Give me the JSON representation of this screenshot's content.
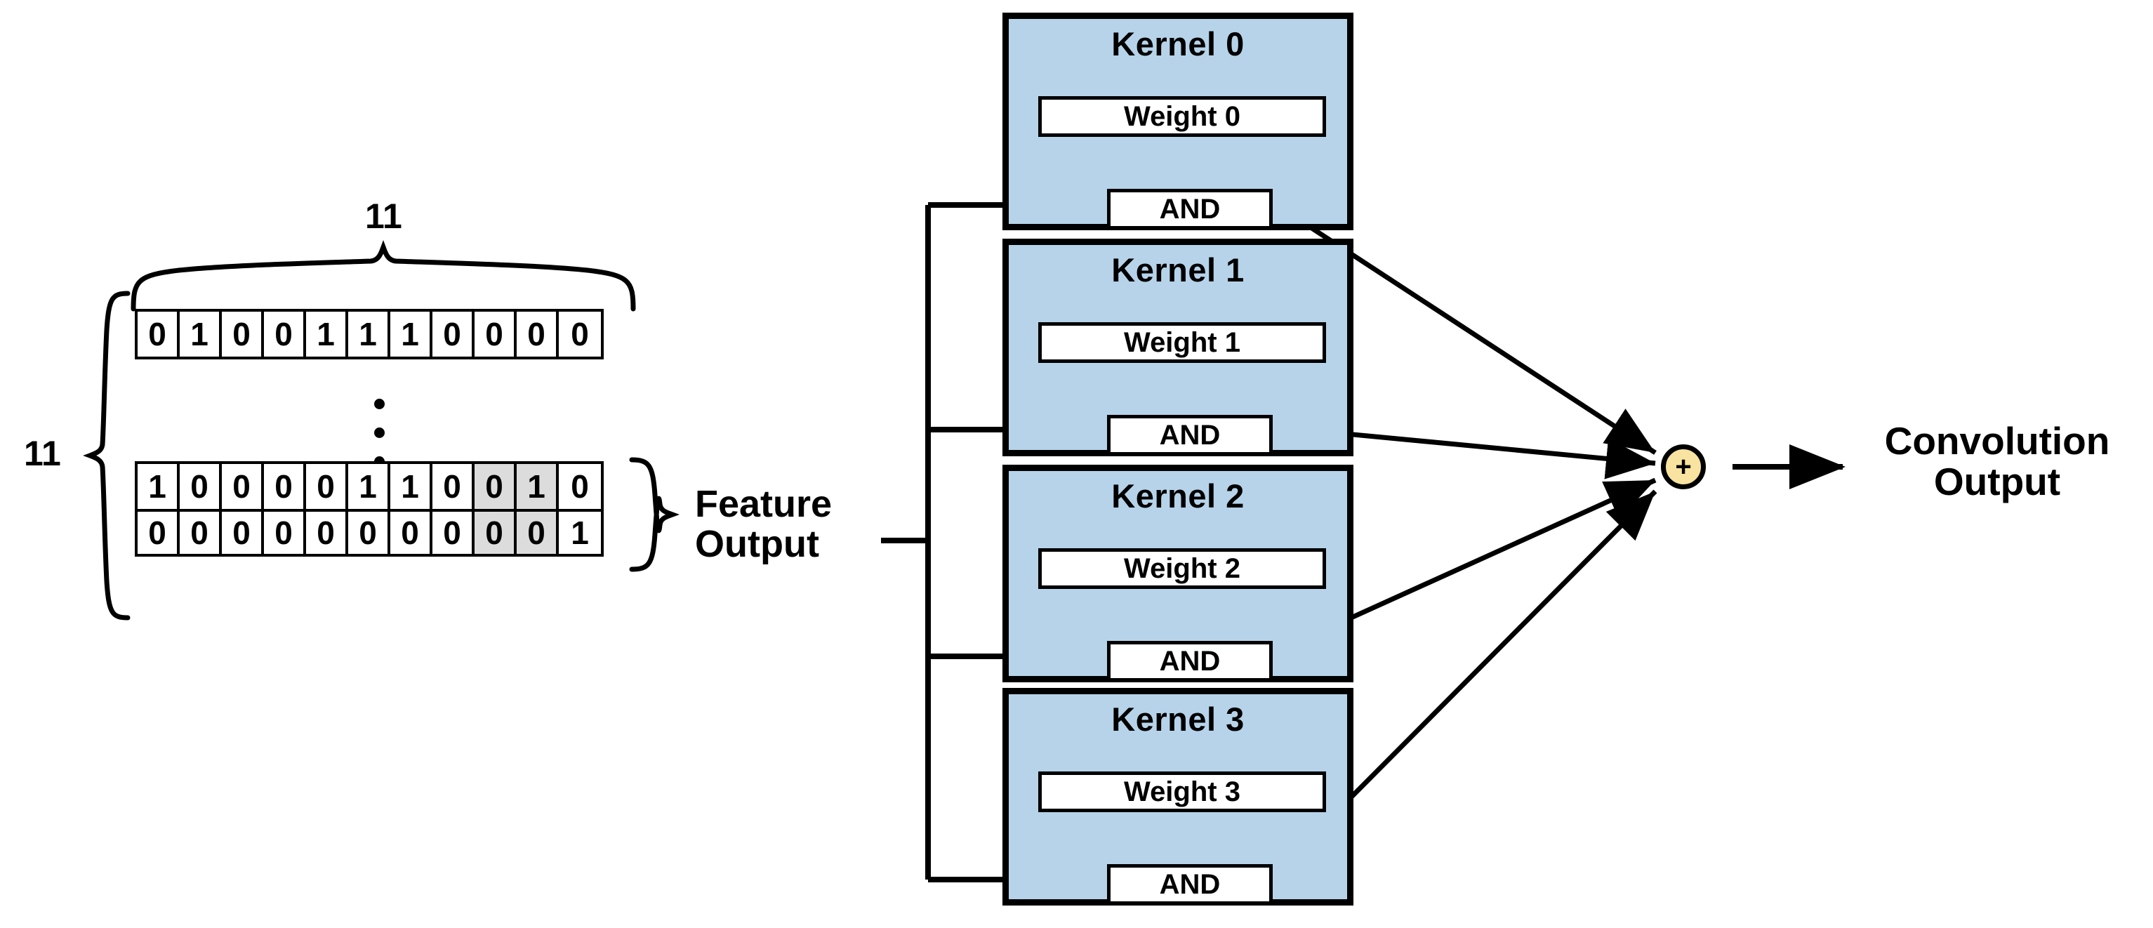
{
  "diagram": {
    "title_hidden": "",
    "feature_map": {
      "dim_top_label": "11",
      "dim_left_label": "11",
      "rows": [
        {
          "bits": [
            "0",
            "1",
            "0",
            "0",
            "1",
            "1",
            "1",
            "0",
            "0",
            "0",
            "0"
          ],
          "highlight": []
        },
        {
          "bits": [
            "1",
            "0",
            "0",
            "0",
            "0",
            "1",
            "1",
            "0",
            "0",
            "1",
            "0"
          ],
          "highlight": [
            9,
            10
          ]
        },
        {
          "bits": [
            "0",
            "0",
            "0",
            "0",
            "0",
            "0",
            "0",
            "0",
            "0",
            "0",
            "1"
          ],
          "highlight": [
            9,
            10
          ]
        }
      ],
      "ellipsis": "⋮",
      "output_label_line1": "Feature",
      "output_label_line2": "Output"
    },
    "kernels": [
      {
        "title": "Kernel 0",
        "weight": "Weight 0",
        "gate": "AND"
      },
      {
        "title": "Kernel 1",
        "weight": "Weight 1",
        "gate": "AND"
      },
      {
        "title": "Kernel 2",
        "weight": "Weight 2",
        "gate": "AND"
      },
      {
        "title": "Kernel 3",
        "weight": "Weight 3",
        "gate": "AND"
      }
    ],
    "sum_node": {
      "symbol": "+"
    },
    "output": {
      "line1": "Convolution",
      "line2": "Output"
    },
    "colors": {
      "kernel_fill": "#b6d3e9",
      "sum_fill": "#f9e3a0",
      "highlight_cell": "#dcdcdc",
      "stroke": "#000000",
      "background": "#ffffff"
    }
  }
}
